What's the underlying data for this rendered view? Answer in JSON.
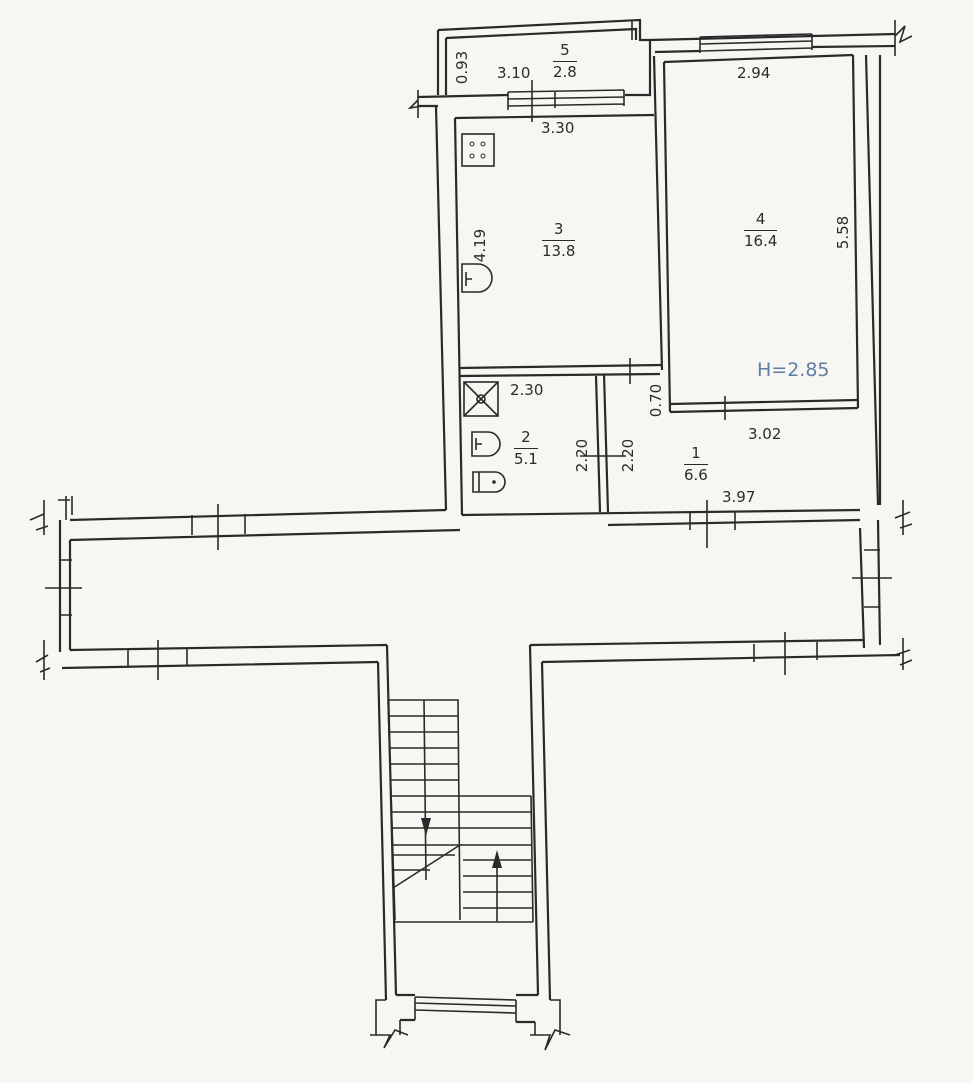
{
  "plan": {
    "ceiling_height_label": "H=2.85",
    "colors": {
      "line": "#2a2a2a",
      "height_text": "#5c7fa3",
      "paper": "#f7f6f2"
    },
    "rooms": [
      {
        "id": "1",
        "area": "6.6"
      },
      {
        "id": "2",
        "area": "5.1"
      },
      {
        "id": "3",
        "area": "13.8"
      },
      {
        "id": "4",
        "area": "16.4"
      },
      {
        "id": "5",
        "area": "2.8"
      }
    ],
    "dimensions": {
      "balcony_depth": "0.93",
      "balcony_width": "3.10",
      "kitchen_width": "3.30",
      "kitchen_length": "4.19",
      "room4_width_top": "2.94",
      "room4_length": "5.58",
      "room4_width_bottom": "3.02",
      "closet_depth": "0.70",
      "bath_width": "2.30",
      "bath_length": "2.20",
      "hall_length": "2.20",
      "hall_width": "3.97"
    },
    "fixtures": [
      "stove-icon",
      "sink-icon",
      "shower-drain-icon",
      "washbasin-icon",
      "toilet-icon"
    ],
    "stair_arrows": [
      "down-arrow-icon",
      "up-arrow-icon"
    ]
  }
}
